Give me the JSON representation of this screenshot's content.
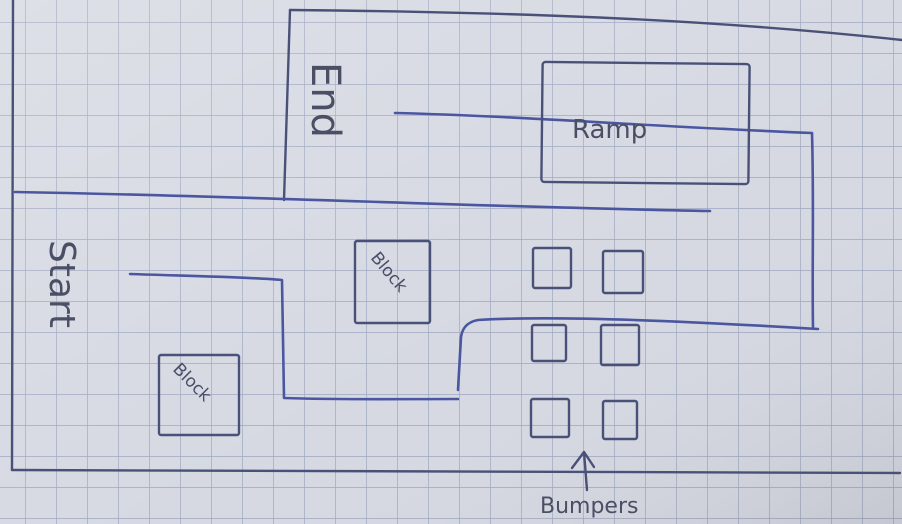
{
  "labels": {
    "end": "End",
    "ramp": "Ramp",
    "start": "Start",
    "block_top": "Block",
    "block_bottom": "Block",
    "bumpers": "Bumpers"
  },
  "colors": {
    "paper": "#d6d9e2",
    "grid": "#9ea6bf",
    "pencil": "#4a5178",
    "pen_blue": "#4a56a0"
  }
}
